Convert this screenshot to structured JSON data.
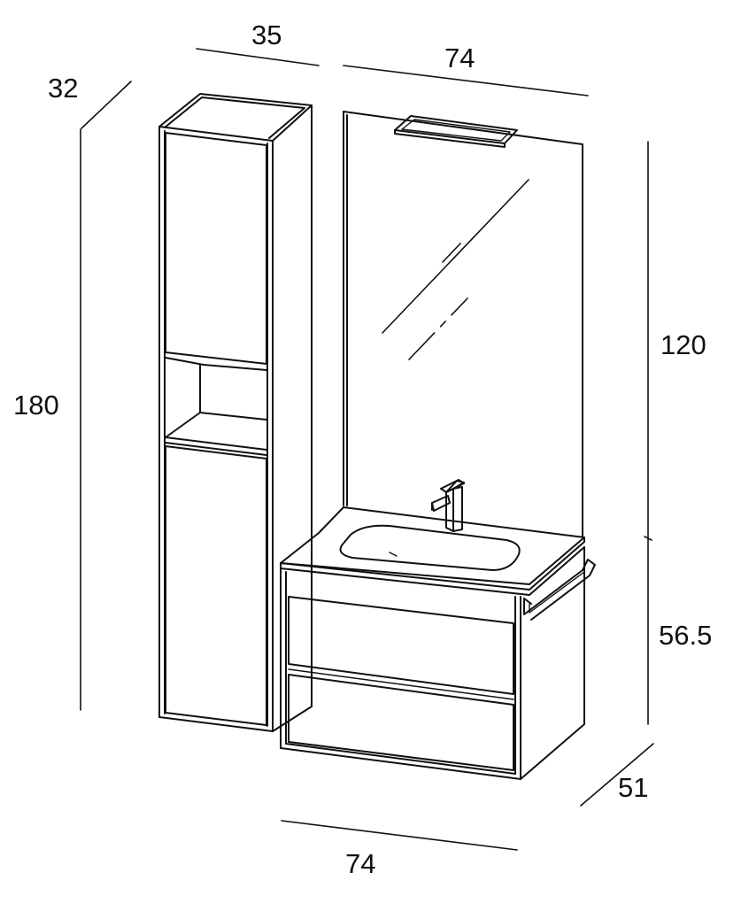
{
  "dimensions": {
    "column_width": "35",
    "column_depth": "32",
    "column_height": "180",
    "mirror_width": "74",
    "mirror_height": "120",
    "vanity_height": "56.5",
    "vanity_depth": "51",
    "vanity_width": "74"
  },
  "colors": {
    "line": "#111111",
    "background": "#ffffff"
  }
}
